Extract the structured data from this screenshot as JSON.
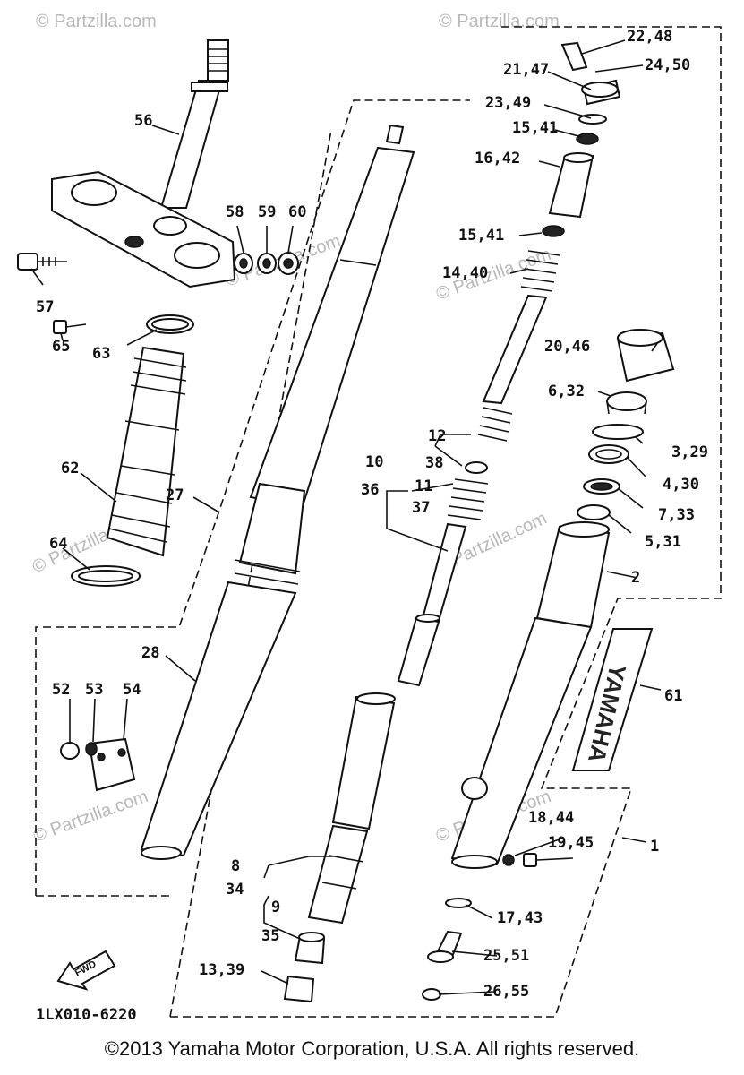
{
  "diagram_code": "1LX010-6220",
  "copyright": "©2013 Yamaha Motor Corporation, U.S.A. All rights reserved.",
  "watermark": "© Partzilla.com",
  "fwd_label": "FWD",
  "decal_text": "YAMAHA",
  "callouts": {
    "p22_48": "22,48",
    "p24_50": "24,50",
    "p21_47": "21,47",
    "p23_49": "23,49",
    "p15_41a": "15,41",
    "p16_42": "16,42",
    "p15_41b": "15,41",
    "p14_40": "14,40",
    "p20_46": "20,46",
    "p6_32": "6,32",
    "p3_29": "3,29",
    "p4_30": "4,30",
    "p7_33": "7,33",
    "p5_31": "5,31",
    "p2": "2",
    "p61": "61",
    "p1": "1",
    "p18_44": "18,44",
    "p19_45": "19,45",
    "p17_43": "17,43",
    "p25_51": "25,51",
    "p26_55": "26,55",
    "p12": "12",
    "p38": "38",
    "p10": "10",
    "p36": "36",
    "p11": "11",
    "p37": "37",
    "p8": "8",
    "p34": "34",
    "p9": "9",
    "p35": "35",
    "p13_39": "13,39",
    "p56": "56",
    "p58": "58",
    "p59": "59",
    "p60": "60",
    "p57": "57",
    "p65": "65",
    "p63": "63",
    "p62": "62",
    "p27": "27",
    "p64": "64",
    "p28": "28",
    "p52": "52",
    "p53": "53",
    "p54": "54"
  }
}
